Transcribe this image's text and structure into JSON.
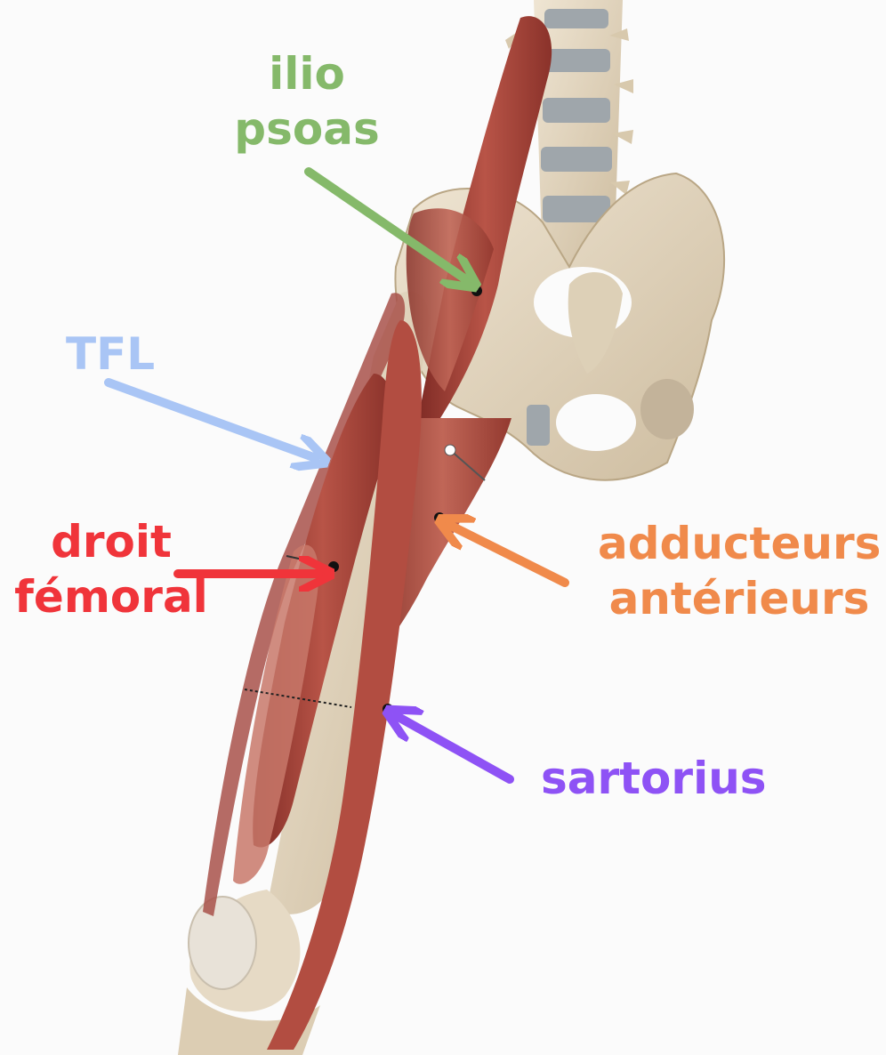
{
  "labels": {
    "iliopsoas": {
      "lines": [
        "ilio",
        "psoas"
      ],
      "color": "#85b96a"
    },
    "tfl": {
      "lines": [
        "TFL"
      ],
      "color": "#a9c5f5"
    },
    "droit_femoral": {
      "lines": [
        "droit",
        "fémoral"
      ],
      "color": "#f0343a"
    },
    "adducteurs": {
      "lines": [
        "adducteurs",
        "antérieurs"
      ],
      "color": "#f08a4b"
    },
    "sartorius": {
      "lines": [
        "sartorius"
      ],
      "color": "#8e52f5"
    }
  },
  "colors": {
    "background": "#fbfbfb",
    "muscle": "#a8453c",
    "bone": "#e3d6c0",
    "disc": "#9fa6ab"
  },
  "icons": [
    "pelvis-illustration",
    "spine-illustration",
    "femur-illustration",
    "knee-illustration",
    "arrow-icon",
    "pin-marker-icon"
  ]
}
